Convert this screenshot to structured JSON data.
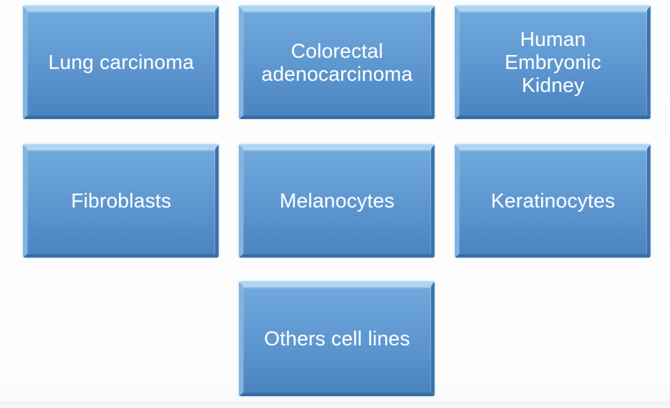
{
  "diagram": {
    "description": "SmartArt-style grid of rounded beveled blue boxes listing cell line categories",
    "colors": {
      "box_fill_top": "#70a9dc",
      "box_fill_bottom": "#4a84c0",
      "bevel_top": "#aed6f2",
      "bevel_left": "#82b3e1",
      "bevel_right": "#3f73a8",
      "bevel_bottom": "#3a6ca1",
      "outer_edge": "#e4f2fc",
      "label_text": "#fafdff",
      "page_background": "#fdfdfd"
    },
    "nodes": [
      {
        "label": "Lung carcinoma"
      },
      {
        "label": "Colorectal adenocarcinoma"
      },
      {
        "label": "Human Embryonic Kidney"
      },
      {
        "label": "Fibroblasts"
      },
      {
        "label": "Melanocytes"
      },
      {
        "label": "Keratinocytes"
      },
      {
        "label": "Others cell lines"
      }
    ]
  }
}
